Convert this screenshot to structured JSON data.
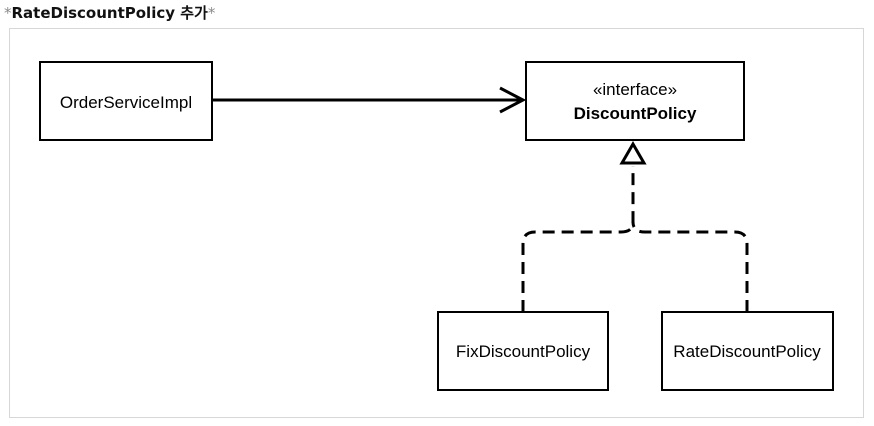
{
  "caption": {
    "prefix": "*",
    "text": "RateDiscountPolicy 추가",
    "suffix": "*"
  },
  "diagram": {
    "nodes": {
      "order_service": {
        "label": "OrderServiceImpl"
      },
      "discount_policy": {
        "stereotype": "«interface»",
        "label": "DiscountPolicy"
      },
      "fix_discount": {
        "label": "FixDiscountPolicy"
      },
      "rate_discount": {
        "label": "RateDiscountPolicy"
      }
    },
    "edges": [
      {
        "from": "OrderServiceImpl",
        "to": "DiscountPolicy",
        "type": "dependency"
      },
      {
        "from": "FixDiscountPolicy",
        "to": "DiscountPolicy",
        "type": "realization"
      },
      {
        "from": "RateDiscountPolicy",
        "to": "DiscountPolicy",
        "type": "realization"
      }
    ]
  }
}
